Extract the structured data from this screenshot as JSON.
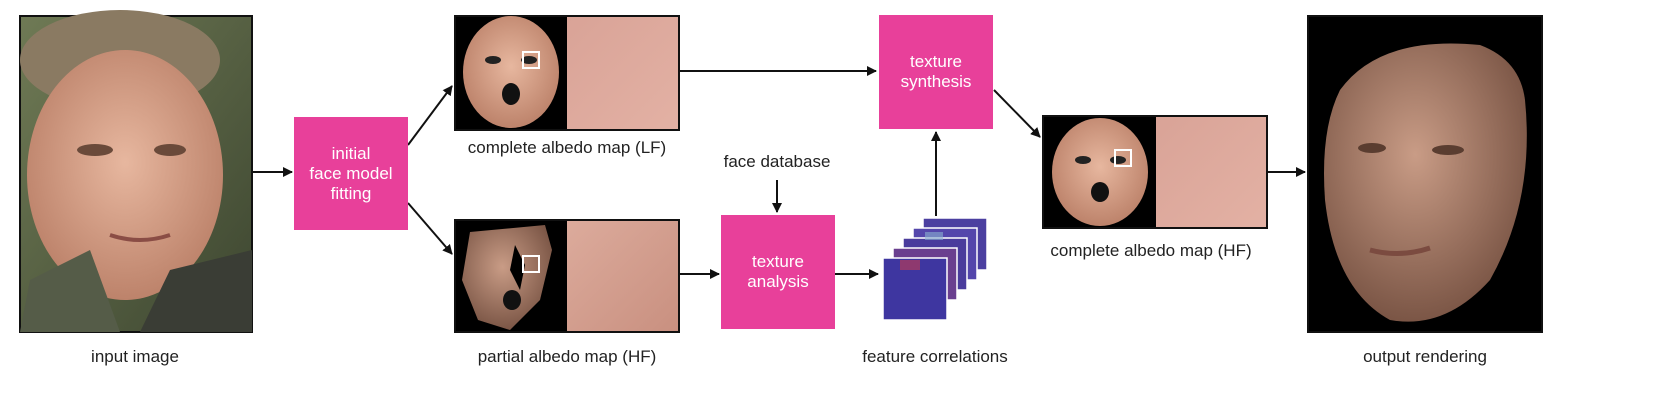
{
  "captions": {
    "input_image": "input image",
    "albedo_lf": "complete albedo map (LF)",
    "partial_albedo": "partial albedo map (HF)",
    "face_database": "face database",
    "feature_correlations": "feature correlations",
    "albedo_hf": "complete albedo map (HF)",
    "output_rendering": "output rendering"
  },
  "boxes": {
    "initial_fitting": "initial\nface model\nfitting",
    "texture_synthesis": "texture\nsynthesis",
    "texture_analysis": "texture\nanalysis"
  },
  "colors": {
    "process_box": "#e8409a",
    "arrow": "#111111",
    "background": "#ffffff"
  }
}
